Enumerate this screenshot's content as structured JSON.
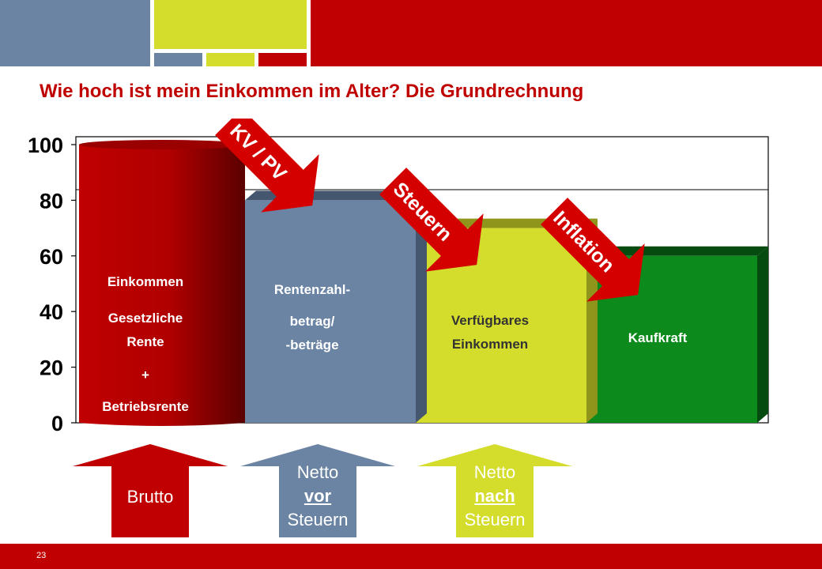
{
  "title": "Wie hoch ist mein Einkommen im Alter? Die Grundrechnung",
  "page_number": "23",
  "colors": {
    "red": "#c00000",
    "blue": "#6b84a3",
    "lime": "#d4dc2c",
    "green": "#0c8a1c",
    "header_blue": "#6b84a3",
    "header_lime": "#d4dc2c"
  },
  "chart_data": {
    "type": "bar",
    "ylim": [
      0,
      100
    ],
    "yticks": [
      "0",
      "20",
      "40",
      "60",
      "80",
      "100"
    ],
    "bars": [
      {
        "lines": [
          "Einkommen",
          "Gesetzliche",
          "Rente",
          "+",
          "Betriebsrente"
        ],
        "value": 100,
        "color": "#c00000"
      },
      {
        "lines": [
          "Rentenzahl-",
          "betrag/",
          "-beträge"
        ],
        "value": 80,
        "color": "#6b84a3"
      },
      {
        "lines": [
          "Verfügbares",
          "Einkommen"
        ],
        "value": 70,
        "color": "#d4dc2c"
      },
      {
        "lines": [
          "Kaufkraft"
        ],
        "value": 60,
        "color": "#0c8a1c"
      }
    ],
    "arrows": [
      "KV / PV",
      "Steuern",
      "Inflation"
    ]
  },
  "bottom_arrows": [
    {
      "lines": [
        "Brutto"
      ],
      "color": "#c00000"
    },
    {
      "lines": [
        "Netto",
        "vor",
        "Steuern"
      ],
      "color": "#6b84a3"
    },
    {
      "lines": [
        "Netto",
        "nach",
        "Steuern"
      ],
      "color": "#d4dc2c"
    }
  ]
}
